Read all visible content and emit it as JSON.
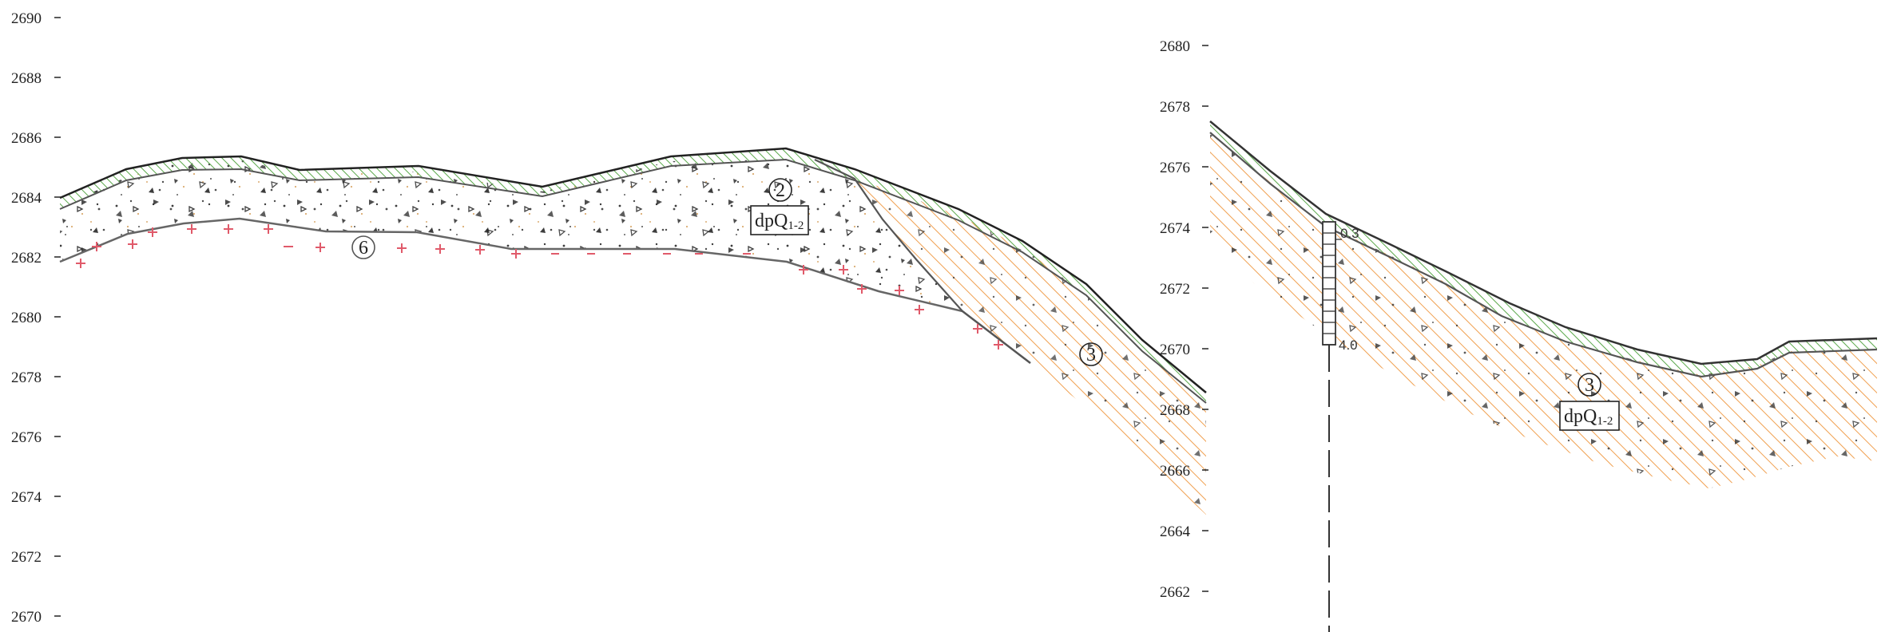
{
  "left_section": {
    "axis_ticks": [
      "2690",
      "2688",
      "2686",
      "2684",
      "2682",
      "2680",
      "2678",
      "2676",
      "2674",
      "2672",
      "2670"
    ],
    "layer_marker_2": "2",
    "layer_marker_3": "3",
    "layer_marker_6": "6",
    "unit_label_main": "dpQ",
    "unit_label_sub": "1-2"
  },
  "right_section": {
    "axis_ticks": [
      "2680",
      "2678",
      "2676",
      "2674",
      "2672",
      "2670",
      "2668",
      "2666",
      "2664",
      "2662"
    ],
    "layer_marker_3": "3",
    "unit_label_main": "dpQ",
    "unit_label_sub": "1-2",
    "borehole_top_depth": "0.3",
    "borehole_bottom_depth": "4.0"
  },
  "colors": {
    "hatch_orange": "#f0a050",
    "grass_green": "#5aa84a",
    "contact_line": "#555555",
    "granite_cross": "#e05a6a"
  }
}
